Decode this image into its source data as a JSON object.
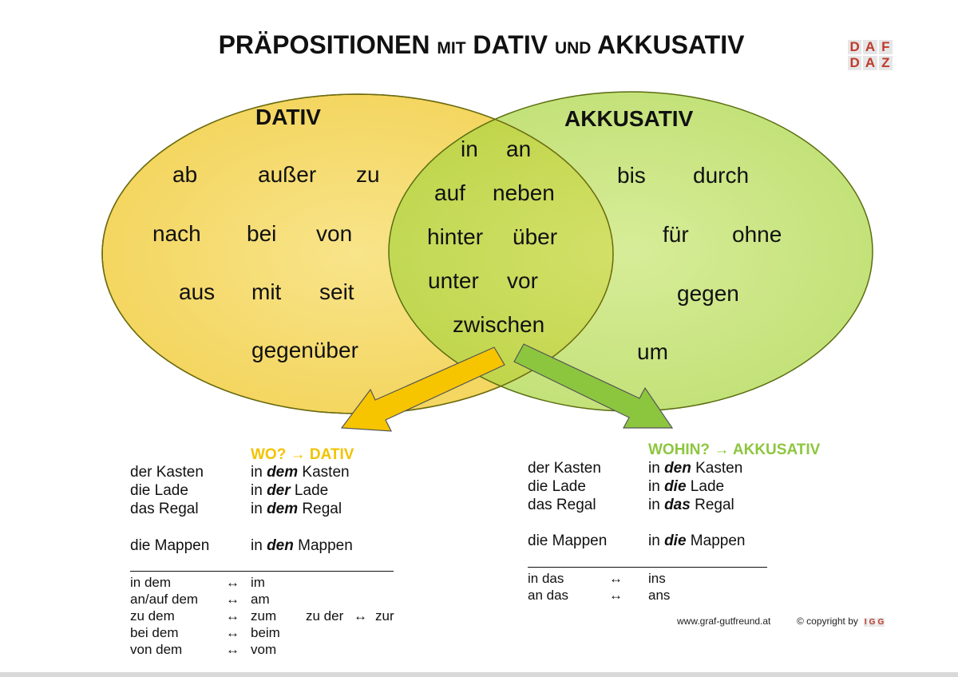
{
  "title": {
    "main1": "PRÄPOSITIONEN",
    "small1": "MIT",
    "main2": "DATIV",
    "small2": "UND",
    "main3": "AKKUSATIV"
  },
  "logo": [
    "D",
    "A",
    "F",
    "D",
    "A",
    "Z"
  ],
  "venn": {
    "dativ_label": "DATIV",
    "akkusativ_label": "AKKUSATIV",
    "dativ_words": [
      "ab",
      "außer",
      "zu",
      "nach",
      "bei",
      "von",
      "aus",
      "mit",
      "seit",
      "gegenüber"
    ],
    "both_words": [
      "in",
      "an",
      "auf",
      "neben",
      "hinter",
      "über",
      "unter",
      "vor",
      "zwischen"
    ],
    "akkusativ_words": [
      "bis",
      "durch",
      "für",
      "ohne",
      "gegen",
      "um"
    ],
    "colors": {
      "dativ": "#f7de70",
      "akkusativ": "#b5dc4a",
      "arrow_dativ": "#f6c500",
      "arrow_akkusativ": "#8cc63f"
    }
  },
  "dativ_table": {
    "header": "WO? → DATIV",
    "rows": [
      {
        "noun": "der Kasten",
        "pre": "in ",
        "art": "dem",
        "post": " Kasten"
      },
      {
        "noun": "die Lade",
        "pre": "in ",
        "art": "der",
        "post": " Lade"
      },
      {
        "noun": "das Regal",
        "pre": "in ",
        "art": "dem",
        "post": " Regal"
      },
      {
        "noun": "die Mappen",
        "pre": "in ",
        "art": "den",
        "post": " Mappen"
      }
    ],
    "contractions": [
      {
        "long": "in dem",
        "arrow": "↔",
        "short": "im"
      },
      {
        "long": "an/auf dem",
        "arrow": "↔",
        "short": "am"
      },
      {
        "long": "zu dem",
        "arrow": "↔",
        "short": "zum"
      },
      {
        "long": "bei dem",
        "arrow": "↔",
        "short": "beim"
      },
      {
        "long": "von dem",
        "arrow": "↔",
        "short": "vom"
      }
    ],
    "extra": {
      "long": "zu der",
      "arrow": "↔",
      "short": "zur"
    }
  },
  "akkusativ_table": {
    "header": "WOHIN? → AKKUSATIV",
    "rows": [
      {
        "noun": "der Kasten",
        "pre": "in ",
        "art": "den",
        "post": " Kasten"
      },
      {
        "noun": "die Lade",
        "pre": "in ",
        "art": "die",
        "post": " Lade"
      },
      {
        "noun": "das Regal",
        "pre": "in ",
        "art": "das",
        "post": " Regal"
      },
      {
        "noun": "die Mappen",
        "pre": "in ",
        "art": "die",
        "post": " Mappen"
      }
    ],
    "contractions": [
      {
        "long": "in das",
        "arrow": "↔",
        "short": "ins"
      },
      {
        "long": "an das",
        "arrow": "↔",
        "short": "ans"
      }
    ]
  },
  "footer": {
    "url": "www.graf-gutfreund.at",
    "copyright": "© copyright by",
    "brand": [
      "I",
      "G",
      "G"
    ]
  }
}
